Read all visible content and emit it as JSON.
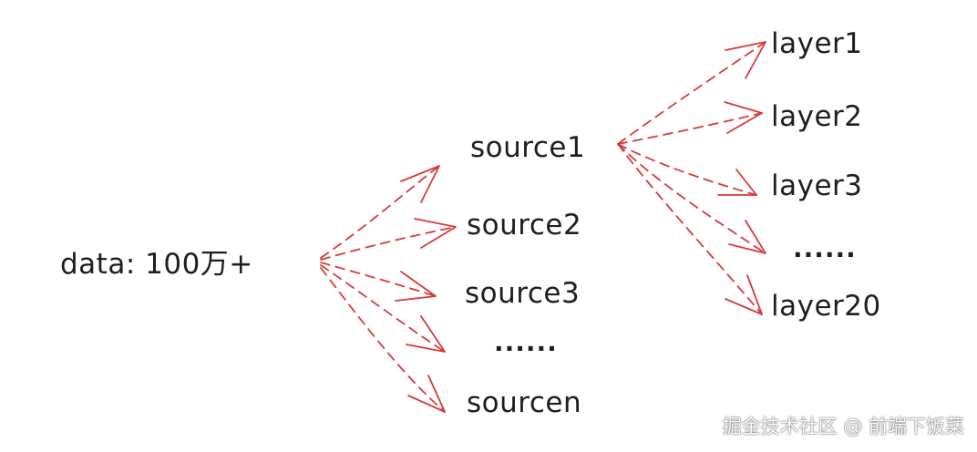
{
  "diagram": {
    "root": {
      "label": "data: 100万+"
    },
    "sources": [
      {
        "label": "source1"
      },
      {
        "label": "source2"
      },
      {
        "label": "source3"
      },
      {
        "label": "......"
      },
      {
        "label": "sourcen"
      }
    ],
    "layers": [
      {
        "label": "layer1"
      },
      {
        "label": "layer2"
      },
      {
        "label": "layer3"
      },
      {
        "label": "......"
      },
      {
        "label": "layer20"
      }
    ],
    "edges": [
      {
        "from": "root",
        "to": "source1"
      },
      {
        "from": "root",
        "to": "source2"
      },
      {
        "from": "root",
        "to": "source3"
      },
      {
        "from": "root",
        "to": "source-ellipsis"
      },
      {
        "from": "root",
        "to": "sourcen"
      },
      {
        "from": "source1",
        "to": "layer1"
      },
      {
        "from": "source1",
        "to": "layer2"
      },
      {
        "from": "source1",
        "to": "layer3"
      },
      {
        "from": "source1",
        "to": "layer-ellipsis"
      },
      {
        "from": "source1",
        "to": "layer20"
      }
    ],
    "edge_color": "#d83a3a",
    "text_color": "#1e1e1e"
  },
  "watermark": {
    "text": "掘金技术社区 @ 前端下饭菜"
  }
}
